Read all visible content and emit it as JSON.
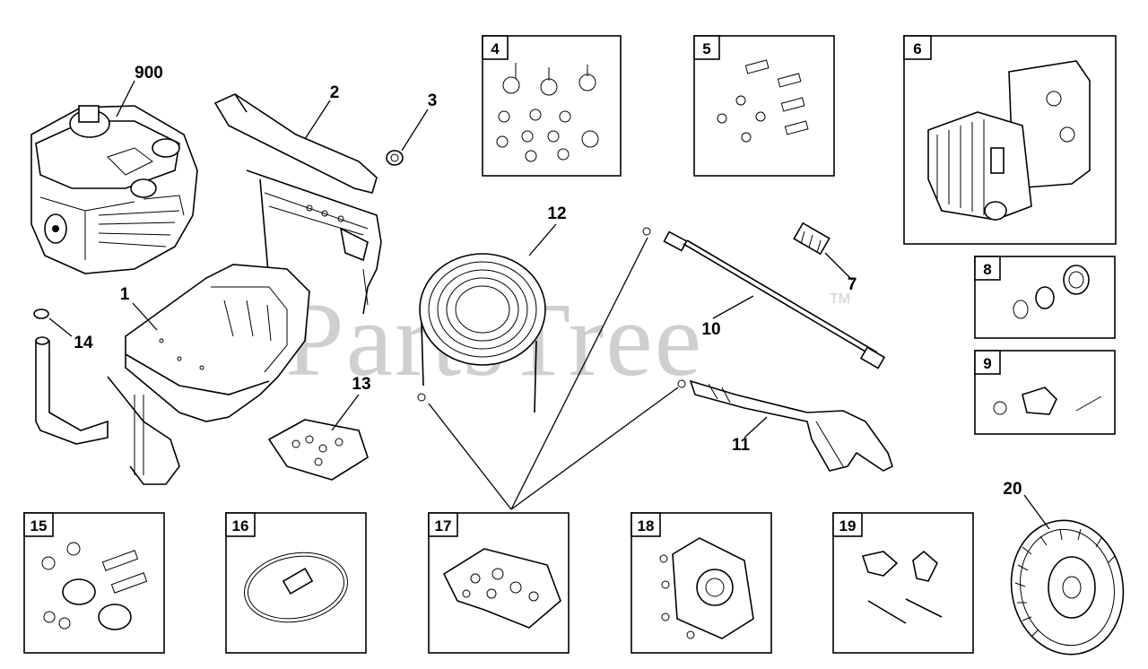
{
  "watermark": {
    "text": "PartsTree",
    "trademark": "TM"
  },
  "callouts": [
    {
      "id": "900",
      "text": "900"
    },
    {
      "id": "1",
      "text": "1"
    },
    {
      "id": "2",
      "text": "2"
    },
    {
      "id": "3",
      "text": "3"
    },
    {
      "id": "7",
      "text": "7"
    },
    {
      "id": "10",
      "text": "10"
    },
    {
      "id": "11",
      "text": "11"
    },
    {
      "id": "12",
      "text": "12"
    },
    {
      "id": "13",
      "text": "13"
    },
    {
      "id": "14",
      "text": "14"
    },
    {
      "id": "20",
      "text": "20"
    }
  ],
  "boxes": [
    {
      "id": "4",
      "text": "4"
    },
    {
      "id": "5",
      "text": "5"
    },
    {
      "id": "6",
      "text": "6"
    },
    {
      "id": "8",
      "text": "8"
    },
    {
      "id": "9",
      "text": "9"
    },
    {
      "id": "15",
      "text": "15"
    },
    {
      "id": "16",
      "text": "16"
    },
    {
      "id": "17",
      "text": "17"
    },
    {
      "id": "18",
      "text": "18"
    },
    {
      "id": "19",
      "text": "19"
    }
  ]
}
